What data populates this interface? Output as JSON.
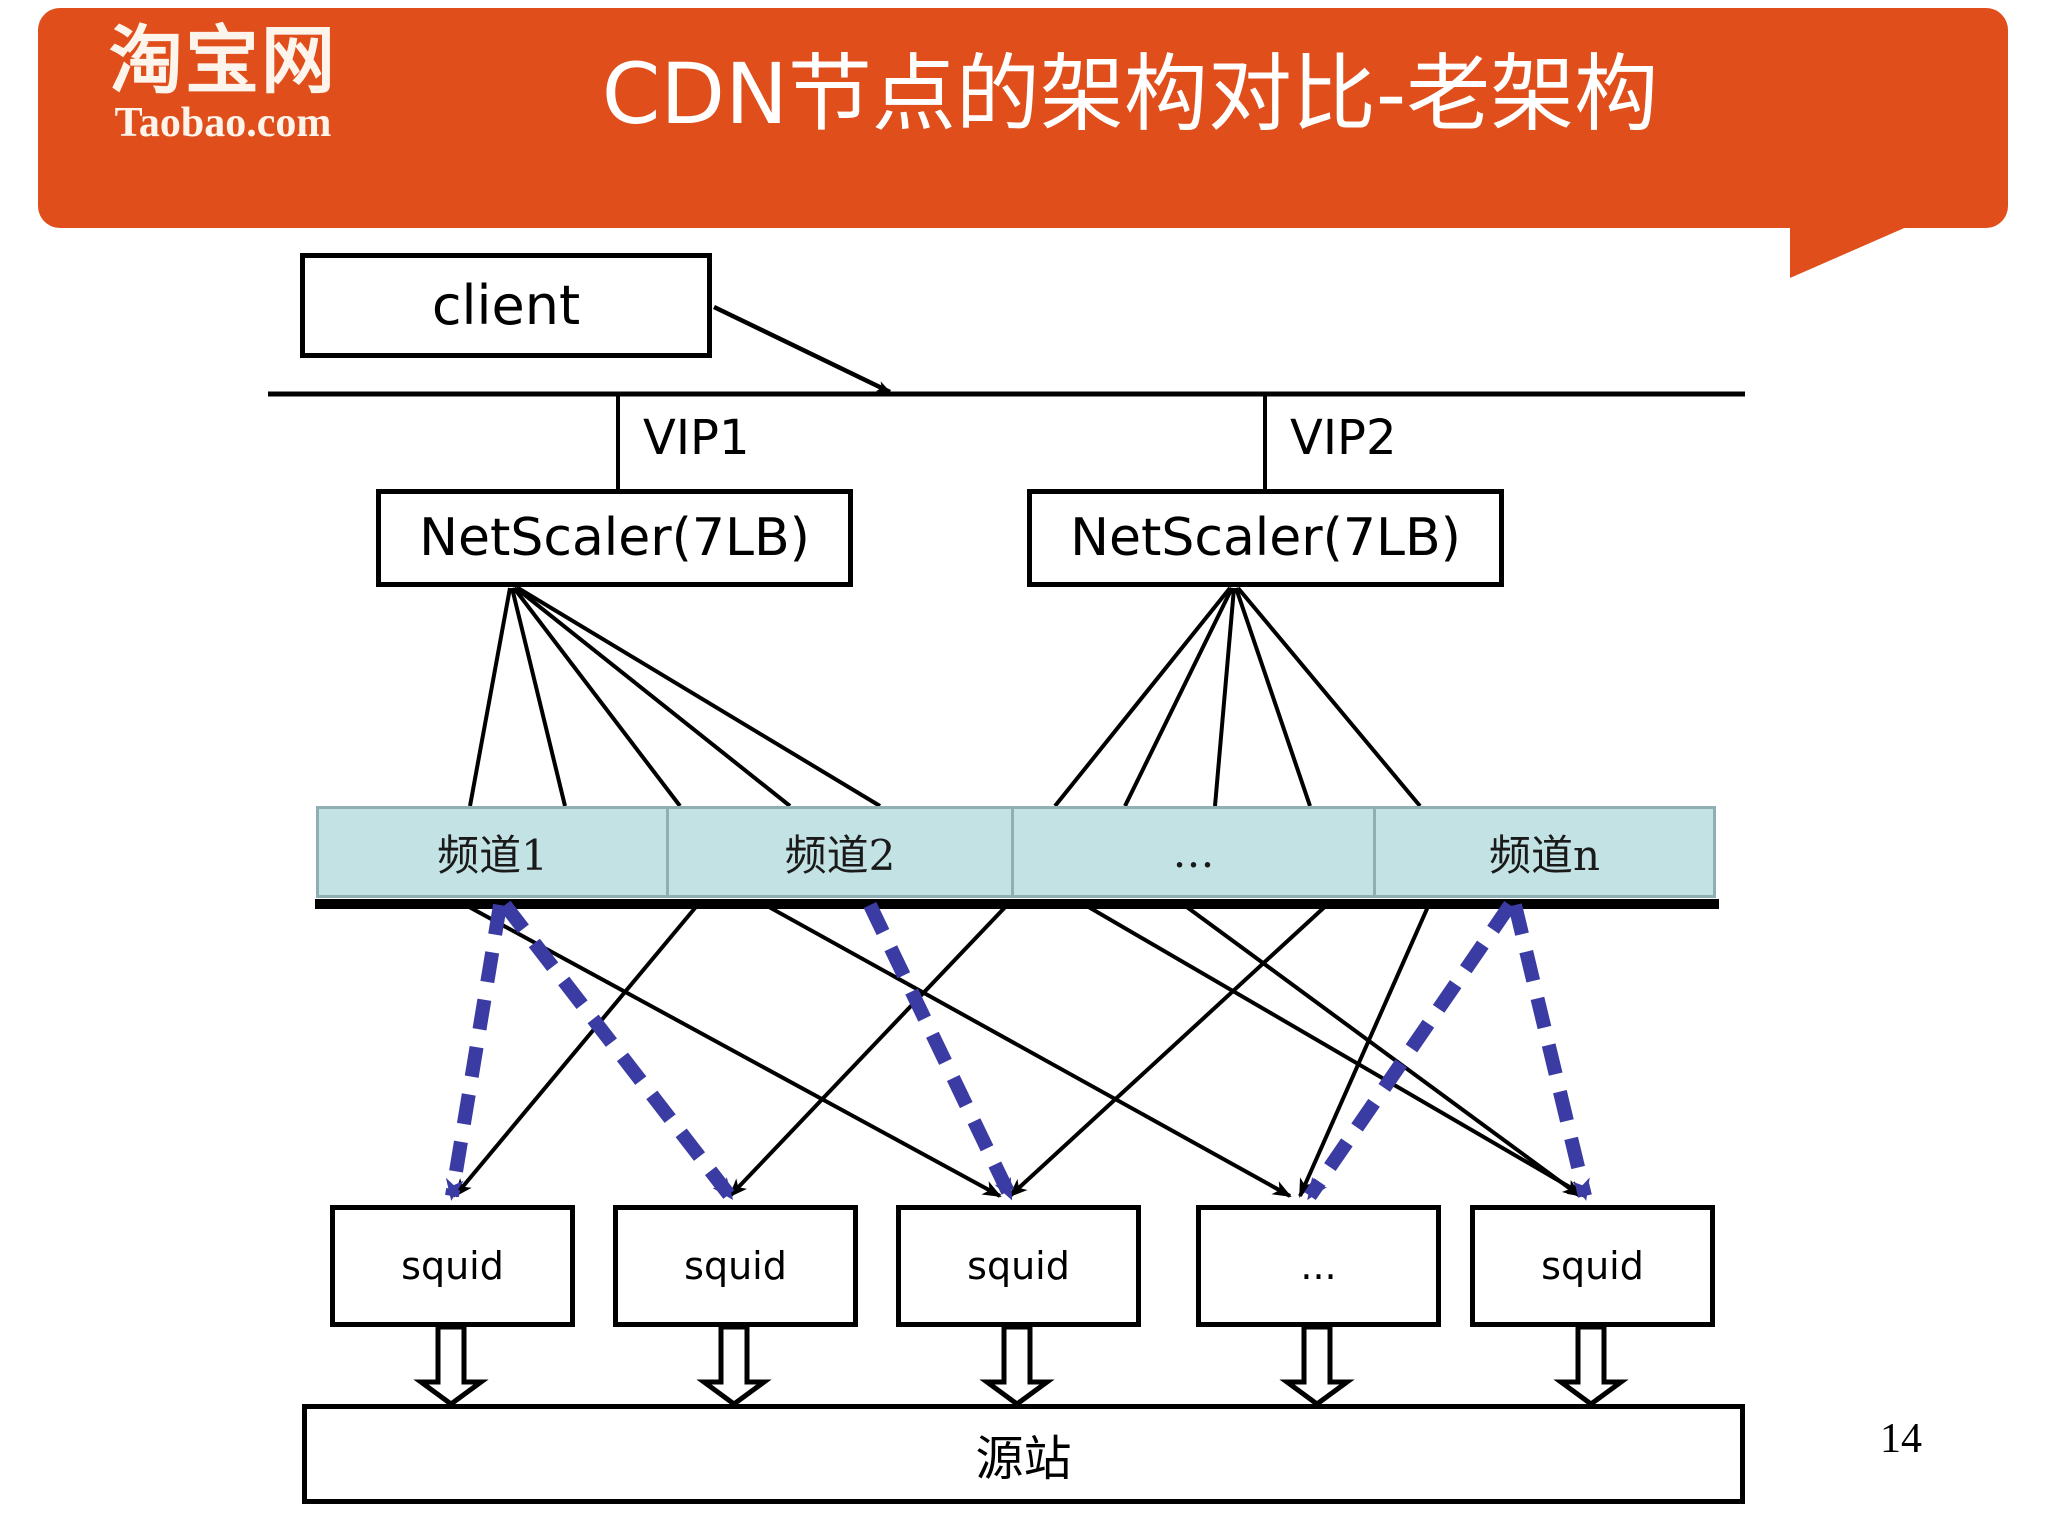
{
  "header": {
    "title": "CDN节点的架构对比-老架构",
    "logo_cn": "淘宝网",
    "logo_en": "Taobao.com",
    "background_color": "#df4e1b",
    "title_color": "#ffffff"
  },
  "diagram": {
    "client_box": {
      "label": "client"
    },
    "vip_labels": [
      {
        "label": "VIP1"
      },
      {
        "label": "VIP2"
      }
    ],
    "netscaler_boxes": [
      {
        "label": "NetScaler(7LB)"
      },
      {
        "label": "NetScaler(7LB)"
      }
    ],
    "channel_band": {
      "fill_color": "#c3e2e4",
      "border_color": "#8fafb3",
      "cells": [
        {
          "label": "频道1"
        },
        {
          "label": "频道2"
        },
        {
          "label": "…"
        },
        {
          "label": "频道n"
        }
      ]
    },
    "squid_boxes": [
      {
        "label": "squid"
      },
      {
        "label": "squid"
      },
      {
        "label": "squid"
      },
      {
        "label": "..."
      },
      {
        "label": "squid"
      }
    ],
    "origin_box": {
      "label": "源站"
    },
    "dashed_arrow_color": "#3b3ba4",
    "solid_line_color": "#000000"
  },
  "footer": {
    "page_number": "14"
  }
}
